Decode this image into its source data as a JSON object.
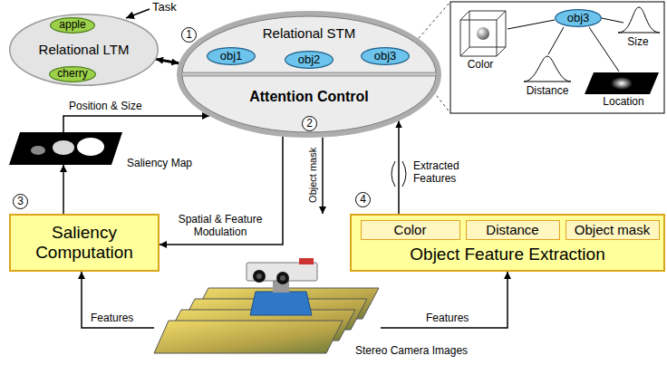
{
  "diagram": {
    "nodes": [
      {
        "text": [
          "Relational LTM"
        ]
      },
      {
        "text": [
          "apple"
        ],
        "in": 0
      },
      {
        "text": [
          "cherry"
        ],
        "in": 0
      },
      {
        "text": [
          "Relational STM",
          "Attention Control"
        ]
      },
      {
        "text": [
          "obj1"
        ],
        "in": 3
      },
      {
        "text": [
          "obj2"
        ],
        "in": 3
      },
      {
        "text": [
          "obj3"
        ],
        "in": 3
      },
      {
        "text": [
          "obj3"
        ]
      },
      {
        "text": [
          "Saliency Map"
        ]
      },
      {
        "text": [
          "Saliency Computation"
        ]
      },
      {
        "text": [
          "Object Feature Extraction"
        ]
      },
      {
        "text": [
          "Color"
        ],
        "in": 10
      },
      {
        "text": [
          "Distance"
        ],
        "in": 10
      },
      {
        "text": [
          "Object mask"
        ],
        "in": 10
      },
      {
        "text": [
          "Stereo Camera Images"
        ]
      }
    ],
    "edges": [
      {
        "from": 0,
        "to": 3,
        "arrow": "both"
      },
      {
        "from": 9,
        "to": 8,
        "arrow": "to"
      },
      {
        "from": 8,
        "to": 3,
        "label": "Position & Size",
        "arrow": "to"
      },
      {
        "from": 3,
        "to": 9,
        "label": "Spatial & Feature Modulation",
        "arrow": "to"
      },
      {
        "from": 3,
        "to": 10,
        "label": "Object mask",
        "arrow": "to"
      },
      {
        "from": 10,
        "to": 3,
        "label": "Extracted Features",
        "arrow": "to"
      },
      {
        "from": 14,
        "to": 9,
        "label": "Features",
        "arrow": "to"
      },
      {
        "from": 14,
        "to": 10,
        "label": "Features",
        "arrow": "to"
      }
    ],
    "labels": [
      "Task",
      "1",
      "2",
      "3",
      "4",
      "Color",
      "Distance",
      "Size",
      "Location"
    ]
  }
}
